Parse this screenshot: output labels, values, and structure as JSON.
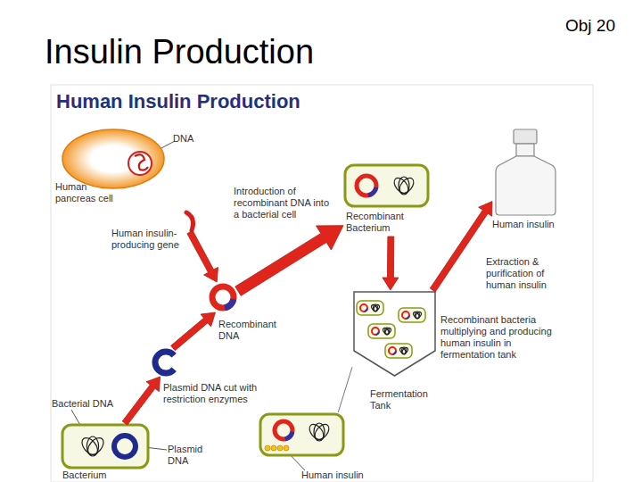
{
  "diagram": {
    "title": "Insulin Production",
    "nodes": [
      {
        "text": [
          "Human pancreas cell"
        ]
      },
      {
        "text": [
          "Recombinant Bacterium"
        ]
      },
      {
        "text": [
          "Human insulin"
        ]
      },
      {
        "text": [
          "Human insulin-producing gene"
        ]
      },
      {
        "text": [
          "Recombinant DNA"
        ]
      },
      {
        "text": [
          "Fermentation Tank",
          "Recombinant bacteria multiplying and producing human insulin in fermentation tank"
        ]
      },
      {
        "text": [
          "Plasmid DNA cut with restriction enzymes"
        ]
      },
      {
        "text": [
          "Bacterium"
        ]
      },
      {
        "text": [
          "Human insulin"
        ]
      }
    ],
    "edges": [
      {
        "from": 3,
        "to": 4,
        "arrow": "to"
      },
      {
        "from": 7,
        "to": 6,
        "arrow": "to"
      },
      {
        "from": 6,
        "to": 4,
        "arrow": "to"
      },
      {
        "from": 4,
        "to": 1,
        "label": "Introduction of recombinant DNA into a bacterial cell",
        "arrow": "to"
      },
      {
        "from": 1,
        "to": 5,
        "arrow": "to"
      },
      {
        "from": 5,
        "to": 2,
        "label": "Extraction & purification of human insulin",
        "arrow": "to"
      },
      {
        "from": 5,
        "to": 8,
        "arrow": "none"
      }
    ],
    "labels": [
      "Human Insulin Production",
      "Obj 20",
      "DNA",
      "Bacterial DNA",
      "Plasmid DNA"
    ]
  }
}
